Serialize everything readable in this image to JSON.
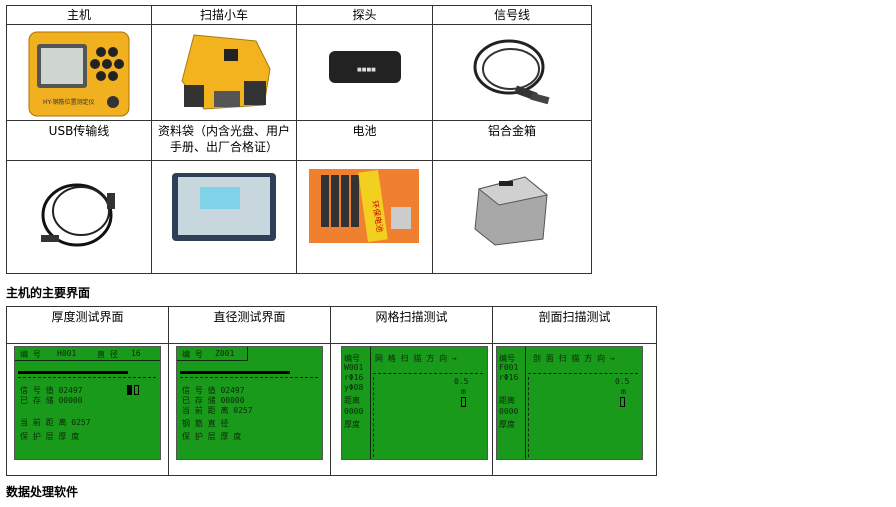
{
  "parts_table": {
    "headers": [
      "主机",
      "扫描小车",
      "探头",
      "信号线"
    ],
    "row2_labels": [
      "USB传输线",
      "资料袋（内含光盘、用户手册、出厂合格证）",
      "电池",
      "铝合金箱"
    ],
    "device_label": "HY-钢筋位置测定仪",
    "battery_label": "环保电池"
  },
  "section1_title": "主机的主要界面",
  "screens_table": {
    "headers": [
      "厚度测试界面",
      "直径测试界面",
      "网格扫描测试",
      "剖面扫描测试"
    ],
    "screen1": {
      "l1": "编 号",
      "v1": "H001",
      "l2": "直 径",
      "v2": "16",
      "sig": "信 号 值 02497",
      "saved": "已 存 储 00000",
      "dist": "当 前 距 离 0257",
      "cover": "保 护 层 厚 度"
    },
    "screen2": {
      "l1": "编 号",
      "v1": "Z001",
      "sig": "信 号 值 02497",
      "saved": "已 存 储 00000",
      "dist": "当 前 距 离 0257",
      "dia": "钢 筋 直 径",
      "cover": "保 护 层 厚 度"
    },
    "screen3": {
      "side": [
        "编号",
        "W001",
        "rΦ16",
        "yΦ08",
        "距离",
        "0000",
        "厚度"
      ],
      "title": "网 格 扫 描  方 向 →",
      "scale": "0.5",
      "unit": "m"
    },
    "screen4": {
      "side": [
        "编号",
        "F001",
        "rΦ16",
        "",
        "距离",
        "0000",
        "厚度"
      ],
      "title": "剖 面 扫 描  方 向 →",
      "scale": "0.5",
      "unit": "m"
    }
  },
  "section2_title": "数据处理软件"
}
